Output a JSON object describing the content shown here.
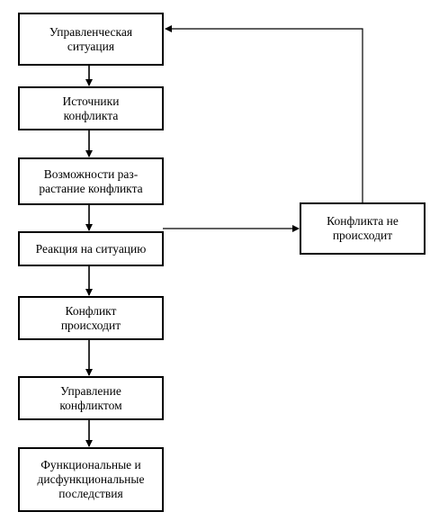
{
  "diagram": {
    "boxes": {
      "management_situation": "Управленческая\nситуация",
      "conflict_sources": "Источники\nконфликта",
      "conflict_growth": "Возможности раз-\nрастание конфликта",
      "situation_reaction": "Реакция на ситуацию",
      "conflict_occurs": "Конфликт\nпроисходит",
      "conflict_management": "Управление\nконфликтом",
      "consequences": "Функциональные и\nдисфункциональные\nпоследствия",
      "no_conflict": "Конфликта не\nпроисходит"
    },
    "line_color": "#000000"
  }
}
